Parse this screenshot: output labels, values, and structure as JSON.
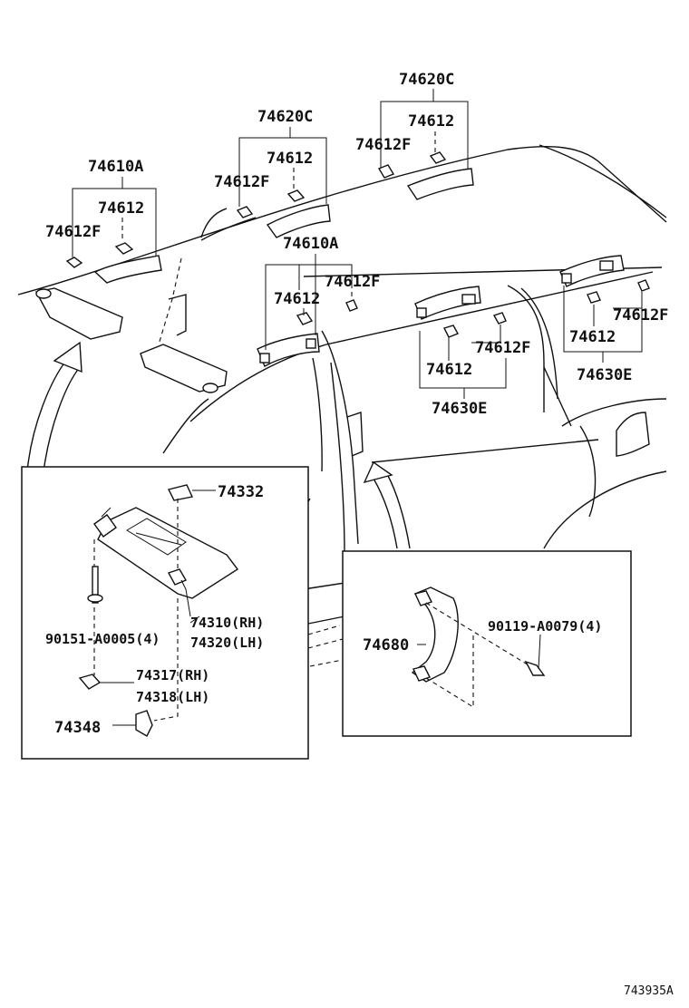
{
  "labels": {
    "l_74620C_right": "74620C",
    "l_74612_right": "74612",
    "l_74612F_right": "74612F",
    "l_74620C_mid": "74620C",
    "l_74612_mid": "74612",
    "l_74612F_mid": "74612F",
    "l_74610A_left": "74610A",
    "l_74612_left": "74612",
    "l_74612F_left": "74612F",
    "l_74610A_center": "74610A",
    "l_74612F_center": "74612F",
    "l_74612_center": "74612",
    "l_74612F_rear": "74612F",
    "l_74612_rear": "74612",
    "l_74630E_rear": "74630E",
    "l_74612F_midrear": "74612F",
    "l_74612_midrear": "74612",
    "l_74630E_midrear": "74630E",
    "l_74332": "74332",
    "l_74310": "74310(RH)",
    "l_74320": "74320(LH)",
    "l_90151": "90151-A0005(4)",
    "l_74317": "74317(RH)",
    "l_74318": "74318(LH)",
    "l_74348": "74348",
    "l_74680": "74680",
    "l_90119": "90119-A0079(4)"
  },
  "figure_code": "743935A"
}
